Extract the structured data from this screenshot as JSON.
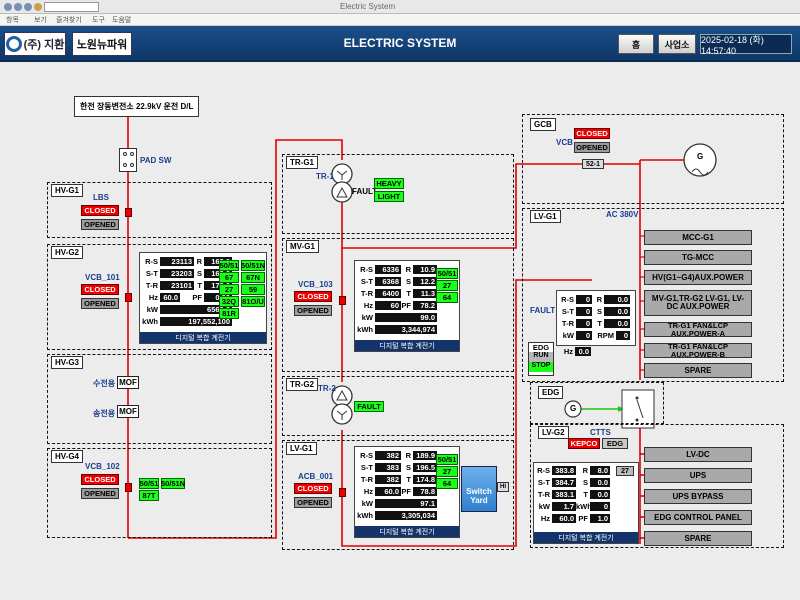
{
  "browser": {
    "title": "Electric System"
  },
  "tabs": [
    "항목",
    "보기",
    "즐겨찾기",
    "도구",
    "도움말"
  ],
  "header": {
    "logo1": "(주) 지환",
    "logo2": "노원뉴파워",
    "title": "ELECTRIC SYSTEM",
    "home_btn": "홈",
    "site_btn": "사업소",
    "datetime": "2025-02-18 (화) 14:57:40"
  },
  "colors": {
    "line": "#e00000",
    "closed": "#ee0000",
    "green": "#19ff19",
    "header": "#1c4f8a"
  },
  "utility": "한전 장동변전소 22.9kV 운전 D/L",
  "pad_sw": "PAD SW",
  "hv_g1": {
    "label": "HV-G1",
    "device": "LBS",
    "closed": "CLOSED",
    "opened": "OPENED"
  },
  "hv_g2": {
    "label": "HV-G2",
    "device": "VCB_101",
    "closed": "CLOSED",
    "opened": "OPENED",
    "meter": {
      "rs": "23113",
      "st": "23203",
      "tr": "23101",
      "r": "162.0",
      "s": "162.0",
      "t": "172.0",
      "hz": "60.0",
      "pf": "0.99",
      "kw": "6569.0",
      "kwh": "197,552,100",
      "title": "디지털 복합 계전기"
    },
    "relays": [
      [
        "50/51",
        "50/51N"
      ],
      [
        "67",
        "67N"
      ],
      [
        "27",
        "59"
      ],
      [
        "32Q",
        "81O/U"
      ],
      [
        "81R",
        ""
      ]
    ]
  },
  "hv_g3": {
    "label": "HV-G3",
    "receive": "수전용",
    "send": "송전용",
    "mof": "MOF"
  },
  "hv_g4": {
    "label": "HV-G4",
    "device": "VCB_102",
    "closed": "CLOSED",
    "opened": "OPENED",
    "relays": [
      [
        "50/51",
        "50/51N"
      ],
      [
        "87T",
        ""
      ]
    ]
  },
  "tr_g1": {
    "label": "TR-G1",
    "tr": "TR-1",
    "fault": "FAULT",
    "heavy": "HEAVY",
    "light": "LIGHT"
  },
  "mv_g1": {
    "label": "MV-G1",
    "device": "VCB_103",
    "closed": "CLOSED",
    "opened": "OPENED",
    "meter": {
      "rs": "6336",
      "st": "6368",
      "tr": "6400",
      "r": "10.9",
      "s": "12.2",
      "t": "11.3",
      "hz": "60",
      "pf": "78.2",
      "kw": "99.0",
      "kwh": "3,344,974",
      "title": "디지털 복합 계전기"
    },
    "relays": [
      "50/51",
      "27",
      "64"
    ]
  },
  "tr_g2": {
    "label": "TR-G2",
    "tr": "TR-2",
    "fault": "FAULT"
  },
  "lv_g1": {
    "label": "LV-G1",
    "device": "ACB_001",
    "closed": "CLOSED",
    "opened": "OPENED",
    "meter": {
      "rs": "382",
      "st": "383",
      "tr": "382",
      "r": "189.9",
      "s": "196.5",
      "t": "174.8",
      "hz": "60.0",
      "pf": "78.8",
      "kw": "97.1",
      "kwh": "3,305,034",
      "title": "디지털 복합 계전기"
    },
    "relays": [
      "50/51",
      "27",
      "64"
    ],
    "switch_yard": "Switch Yard",
    "hi": "HI"
  },
  "gcb": {
    "label": "GCB",
    "device": "VCB",
    "closed": "CLOSED",
    "opened": "OPENED",
    "id": "52-1",
    "gen": "G"
  },
  "lv_g1r": {
    "label": "LV-G1",
    "ac": "AC 380V",
    "fault": "FAULT",
    "edg": "EDG",
    "run": "RUN",
    "stop": "STOP",
    "meter": {
      "rs": "0",
      "st": "0",
      "tr": "0",
      "r": "0.0",
      "s": "0.0",
      "t": "0.0",
      "kw": "0",
      "rpm": "0",
      "hz": "0.0"
    },
    "panels": [
      "MCC-G1",
      "TG-MCC",
      "HV(G1~G4)AUX.POWER",
      "MV-G1,TR-G2 LV-G1, LV-DC AUX.POWER",
      "TR-G1 FAN&LCP AUX.POWER-A",
      "TR-G1 FAN&LCP AUX.POWER-B",
      "SPARE"
    ]
  },
  "edg_box": {
    "label": "EDG",
    "gen": "G"
  },
  "lv_g2": {
    "label": "LV-G2",
    "ctts": "CTTS",
    "kepco": "KEPCO",
    "edg": "EDG",
    "meter": {
      "rs": "383.8",
      "st": "384.7",
      "tr": "383.1",
      "r": "8.0",
      "s": "0.0",
      "t": "0.0",
      "kw": "1.7",
      "kwh": "0",
      "hz": "60.0",
      "pf": "1.0",
      "title": "디지털 복합 계전기"
    },
    "relay": "27",
    "panels": [
      "LV-DC",
      "UPS",
      "UPS BYPASS",
      "EDG CONTROL PANEL",
      "SPARE"
    ]
  }
}
